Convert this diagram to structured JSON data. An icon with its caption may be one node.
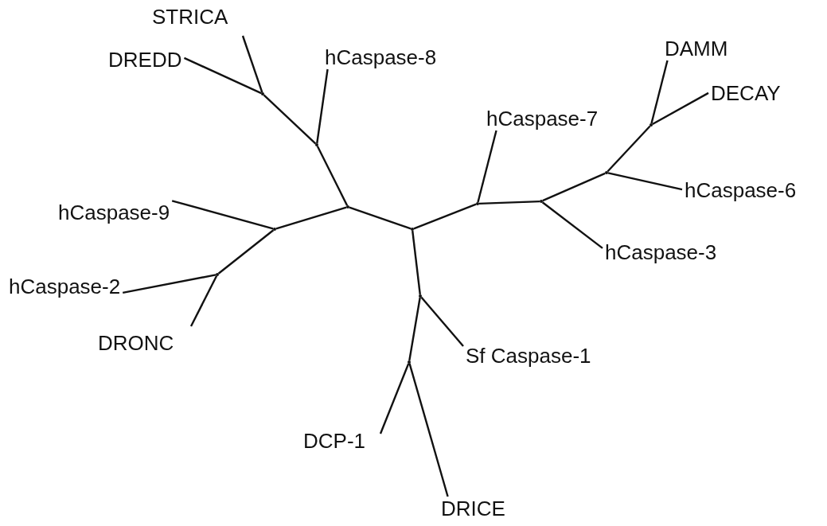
{
  "diagram": {
    "nodes": [
      {
        "text": [
          "STRICA"
        ]
      },
      {
        "text": [
          "DREDD"
        ]
      },
      {
        "text": [
          "hCaspase-8"
        ]
      },
      {
        "text": [
          "DAMM"
        ]
      },
      {
        "text": [
          "DECAY"
        ]
      },
      {
        "text": [
          "hCaspase-7"
        ]
      },
      {
        "text": [
          "hCaspase-6"
        ]
      },
      {
        "text": [
          "hCaspase-9"
        ]
      },
      {
        "text": [
          "hCaspase-3"
        ]
      },
      {
        "text": [
          "hCaspase-2"
        ]
      },
      {
        "text": [
          "DRONC"
        ]
      },
      {
        "text": [
          "Sf Caspase-1"
        ]
      },
      {
        "text": [
          "DCP-1"
        ]
      },
      {
        "text": [
          "DRICE"
        ]
      },
      {
        "text": [],
        "shape": "point"
      },
      {
        "text": [],
        "shape": "point"
      },
      {
        "text": [],
        "shape": "point"
      },
      {
        "text": [],
        "shape": "point"
      },
      {
        "text": [],
        "shape": "point"
      },
      {
        "text": [],
        "shape": "point"
      },
      {
        "text": [],
        "shape": "point"
      },
      {
        "text": [],
        "shape": "point"
      },
      {
        "text": [],
        "shape": "point"
      },
      {
        "text": [],
        "shape": "point"
      },
      {
        "text": [],
        "shape": "point"
      },
      {
        "text": [],
        "shape": "point"
      }
    ],
    "edges": [
      {
        "from": 15,
        "to": 14,
        "arrow": "none"
      },
      {
        "from": 15,
        "to": 16,
        "arrow": "none"
      },
      {
        "from": 15,
        "to": 17,
        "arrow": "none"
      },
      {
        "from": 14,
        "to": 18,
        "arrow": "none"
      },
      {
        "from": 14,
        "to": 20,
        "arrow": "none"
      },
      {
        "from": 18,
        "to": 19,
        "arrow": "none"
      },
      {
        "from": 18,
        "to": 2,
        "arrow": "none"
      },
      {
        "from": 19,
        "to": 0,
        "arrow": "none"
      },
      {
        "from": 19,
        "to": 1,
        "arrow": "none"
      },
      {
        "from": 20,
        "to": 7,
        "arrow": "none"
      },
      {
        "from": 20,
        "to": 21,
        "arrow": "none"
      },
      {
        "from": 21,
        "to": 9,
        "arrow": "none"
      },
      {
        "from": 21,
        "to": 10,
        "arrow": "none"
      },
      {
        "from": 16,
        "to": 5,
        "arrow": "none"
      },
      {
        "from": 16,
        "to": 22,
        "arrow": "none"
      },
      {
        "from": 22,
        "to": 23,
        "arrow": "none"
      },
      {
        "from": 22,
        "to": 8,
        "arrow": "none"
      },
      {
        "from": 23,
        "to": 24,
        "arrow": "none"
      },
      {
        "from": 23,
        "to": 6,
        "arrow": "none"
      },
      {
        "from": 24,
        "to": 3,
        "arrow": "none"
      },
      {
        "from": 24,
        "to": 4,
        "arrow": "none"
      },
      {
        "from": 17,
        "to": 25,
        "arrow": "none"
      },
      {
        "from": 17,
        "to": 11,
        "arrow": "none"
      },
      {
        "from": 25,
        "to": 12,
        "arrow": "none"
      },
      {
        "from": 25,
        "to": 13,
        "arrow": "none"
      }
    ]
  }
}
